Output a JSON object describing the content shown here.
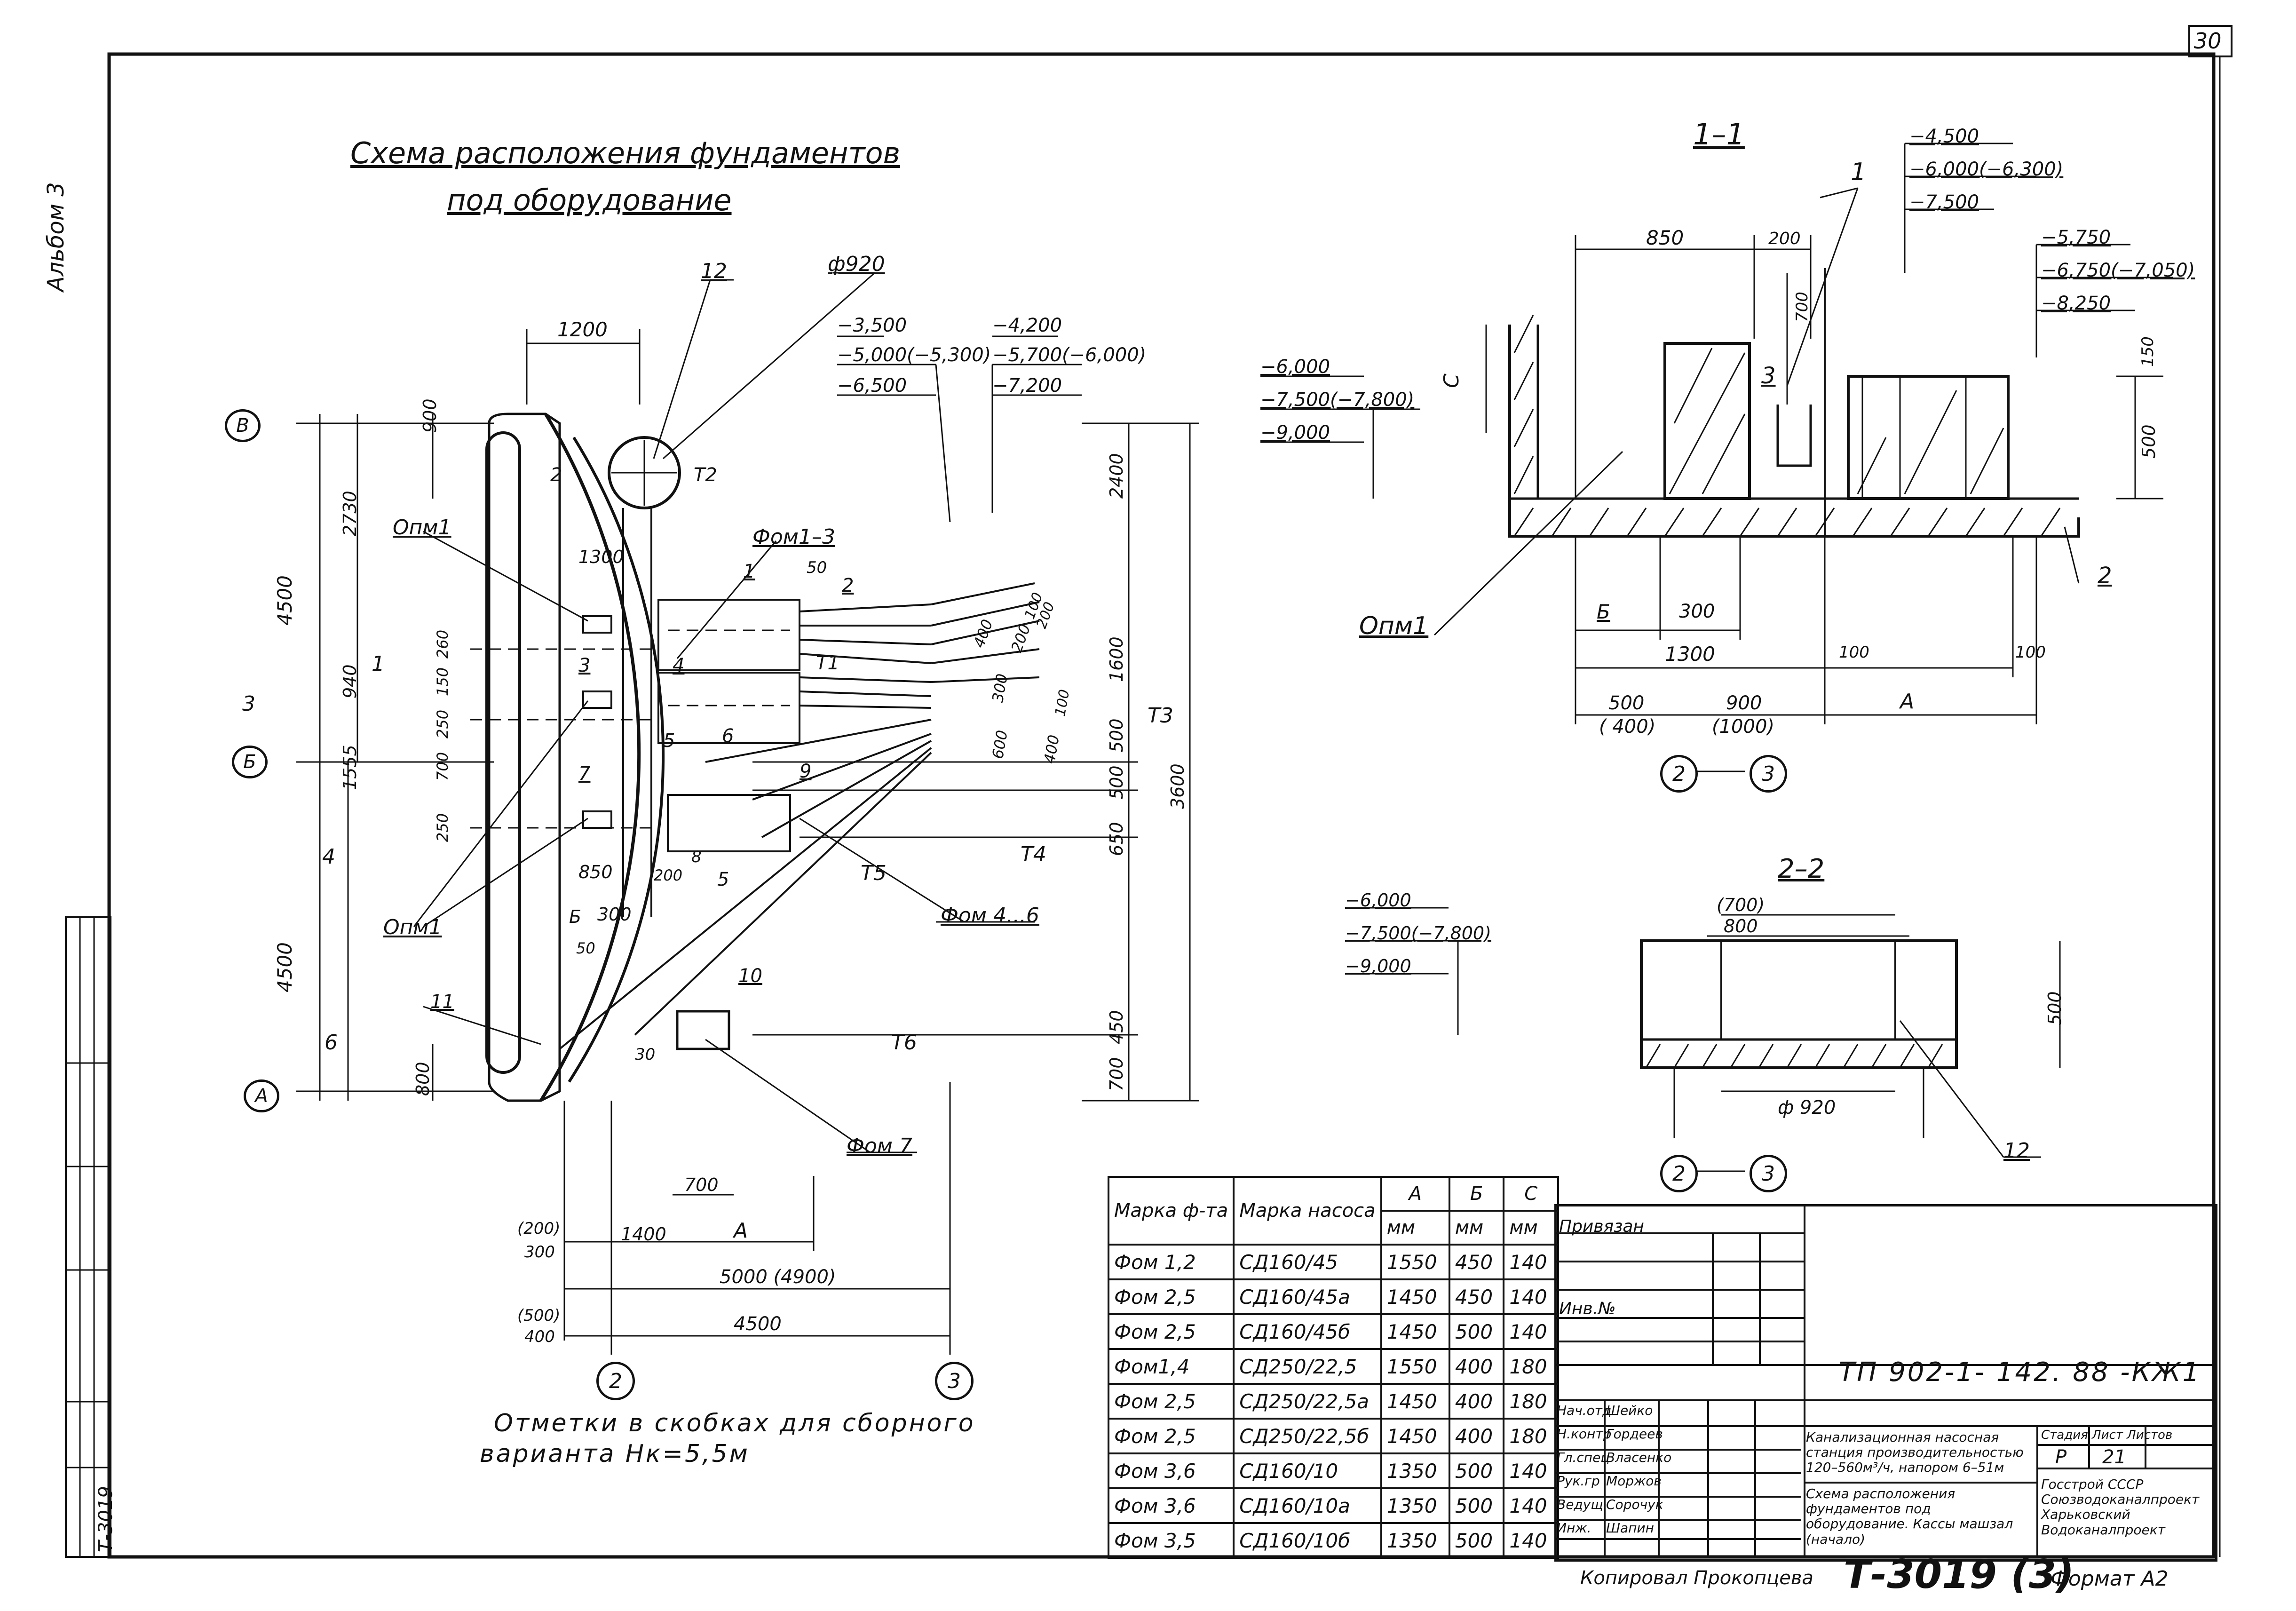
{
  "sheet_number": "30",
  "album_label": "Альбом 3",
  "title_line1": "Схема расположения фундаментов",
  "title_line2": "под оборудование",
  "plan": {
    "dims": {
      "d1200": "1200",
      "d920": "ф920",
      "l12": "12",
      "e3500": "−3,500",
      "e5000": "−5,000(−5,300)",
      "e6500": "−6,500",
      "e4200": "−4,200",
      "e5700": "−5,700(−6,000)",
      "e7200": "−7,200",
      "d900": "900",
      "d2730": "2730",
      "d4500a": "4500",
      "d940": "940",
      "d1555": "1555",
      "d4500b": "4500",
      "d800": "800",
      "d1300": "1300",
      "d2400": "2400",
      "d1600": "1600",
      "d500": "500",
      "d500b": "500",
      "d650": "650",
      "d450": "450",
      "d700": "700",
      "d3600": "3600",
      "d260": "260",
      "d150": "150",
      "d250": "250",
      "d700s": "700",
      "d250b": "250",
      "d200": "200",
      "d400": "400",
      "d300": "300",
      "d600": "600",
      "d200b": "200",
      "d100": "100",
      "d400b": "400",
      "d200c": "200",
      "d100b": "100",
      "d850": "850",
      "d300b": "300",
      "d50": "50",
      "d200d": "200",
      "d700b": "700",
      "d1400": "1400",
      "dA": "А",
      "d200p": "(200)",
      "d300c": "300",
      "d5000": "5000 (4900)",
      "d500p": "(500)",
      "d400c": "400",
      "d4500c": "4500",
      "b": "Б",
      "d30": "30",
      "d50b": "50"
    },
    "labels": {
      "opm1a": "Опм1",
      "fom13": "Фом1–3",
      "opm1b": "Опм1",
      "fom46": "Фом 4...6",
      "fom7": "Фом 7",
      "n1": "1",
      "n2": "2",
      "n3": "3",
      "n4": "4",
      "n5": "5",
      "n6": "6",
      "n7": "7",
      "n8": "8",
      "n9": "9",
      "n10": "10",
      "n11": "11",
      "s1": "1",
      "s2": "2",
      "s3": "3",
      "s4": "4",
      "s5": "5",
      "s6": "6",
      "t1": "Т1",
      "t2": "Т2",
      "t3": "Т3",
      "t4": "Т4",
      "t5": "Т5",
      "t6": "Т6",
      "a1": "1",
      "a2": "2"
    },
    "axes": {
      "B": "В",
      "Б": "Б",
      "A": "А",
      "c2": "2",
      "c3": "3"
    }
  },
  "note_line1": "Отметки в скобках для сборного",
  "note_line2": "варианта Нк=5,5м",
  "section_11": {
    "title": "1–1",
    "marks": [
      "−4,500",
      "−6,000(−6,300)",
      "−7,500",
      "−5,750",
      "−6,750(−7,050)",
      "−8,250",
      "−6,000",
      "−7,500(−7,800)",
      "−9,000"
    ],
    "dims": {
      "d850": "850",
      "d200": "200",
      "d700": "700",
      "c": "С",
      "d150": "150",
      "d500": "500",
      "b": "Б",
      "d300": "300",
      "d1300": "1300",
      "d100a": "100",
      "d100b": "100",
      "d500p": "500",
      "d400p": "( 400)",
      "d900": "900",
      "d1000": "(1000)",
      "A": "А"
    },
    "labels": {
      "l1": "1",
      "l3": "3",
      "l2": "2",
      "opm1": "Опм1"
    },
    "axes": [
      "2",
      "3"
    ]
  },
  "section_22": {
    "title": "2–2",
    "marks": [
      "−6,000",
      "−7,500(−7,800)",
      "−9,000"
    ],
    "dims": {
      "d700": "(700)",
      "d800": "800",
      "d500": "500",
      "d920": "ф 920",
      "l12": "12"
    },
    "axes": [
      "2",
      "3"
    ]
  },
  "spec_table": {
    "headers": [
      "Марка ф-та",
      "Марка насоса",
      "А",
      "Б",
      "С"
    ],
    "units": [
      "мм",
      "мм",
      "мм"
    ],
    "rows": [
      [
        "Фом 1,2",
        "СД160/45",
        "1550",
        "450",
        "140"
      ],
      [
        "Фом 2,5",
        "СД160/45а",
        "1450",
        "450",
        "140"
      ],
      [
        "Фом 2,5",
        "СД160/45б",
        "1450",
        "500",
        "140"
      ],
      [
        "Фом1,4",
        "СД250/22,5",
        "1550",
        "400",
        "180"
      ],
      [
        "Фом 2,5",
        "СД250/22,5а",
        "1450",
        "400",
        "180"
      ],
      [
        "Фом 2,5",
        "СД250/22,5б",
        "1450",
        "400",
        "180"
      ],
      [
        "Фом 3,6",
        "СД160/10",
        "1350",
        "500",
        "140"
      ],
      [
        "Фом 3,6",
        "СД160/10а",
        "1350",
        "500",
        "140"
      ],
      [
        "Фом 3,5",
        "СД160/10б",
        "1350",
        "500",
        "140"
      ]
    ]
  },
  "title_block": {
    "privyazan": "Привязан",
    "inv": "Инв.№",
    "doc_code": "ТП 902-1- 142. 88  -КЖ1",
    "roles": [
      "Нач.отд",
      "Н.контр",
      "Гл.спец",
      "Рук.гр",
      "Ведущ",
      "Инж."
    ],
    "names": [
      "Шейко",
      "Гордеев",
      "Власенко",
      "Моржов",
      "Сорочук",
      "Шапин"
    ],
    "project": "Канализационная насосная станция производительностью 120–560м³/ч, напором 6–51м",
    "sheet_title": "Схема расположения фундаментов под оборудование. Кассы машзал (начало)",
    "stage_head": "Стадия  Лист  Листов",
    "stage": "Р",
    "sheet": "21",
    "org": "Госстрой СССР Союзводоканалпроект Харьковский Водоканалпроект"
  },
  "side_stamp": {
    "code": "Т-3019"
  },
  "footer": {
    "copied": "Копировал Прокопцева",
    "stamp": "Т-3019 (3)",
    "format": "Формат А2"
  }
}
